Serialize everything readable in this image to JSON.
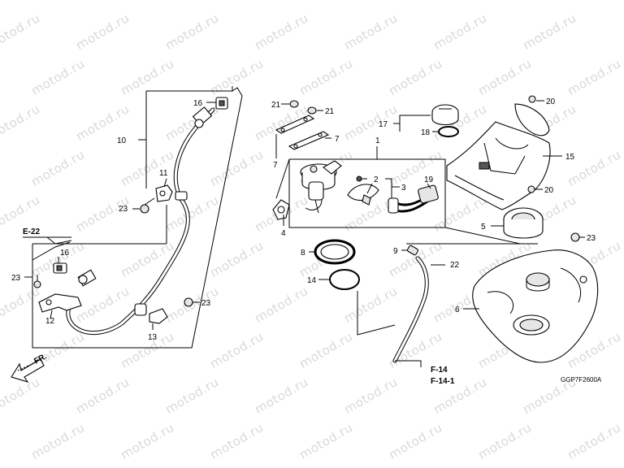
{
  "watermark": "motod.ru",
  "diagram_code": "GGP7F2600A",
  "front_label": "FR.",
  "refs": {
    "e22": "E-22",
    "f14": "F-14",
    "f141": "F-14-1"
  },
  "callouts": {
    "c1": "1",
    "c2": "2",
    "c3": "3",
    "c4": "4",
    "c5": "5",
    "c6": "6",
    "c7a": "7",
    "c7b": "7",
    "c8": "8",
    "c9": "9",
    "c10": "10",
    "c11": "11",
    "c12": "12",
    "c13": "13",
    "c14": "14",
    "c15": "15",
    "c16a": "16",
    "c16b": "16",
    "c17": "17",
    "c18": "18",
    "c19": "19",
    "c20a": "20",
    "c20b": "20",
    "c21a": "21",
    "c21b": "21",
    "c22": "22",
    "c23a": "23",
    "c23b": "23",
    "c23c": "23",
    "c23d": "23"
  }
}
